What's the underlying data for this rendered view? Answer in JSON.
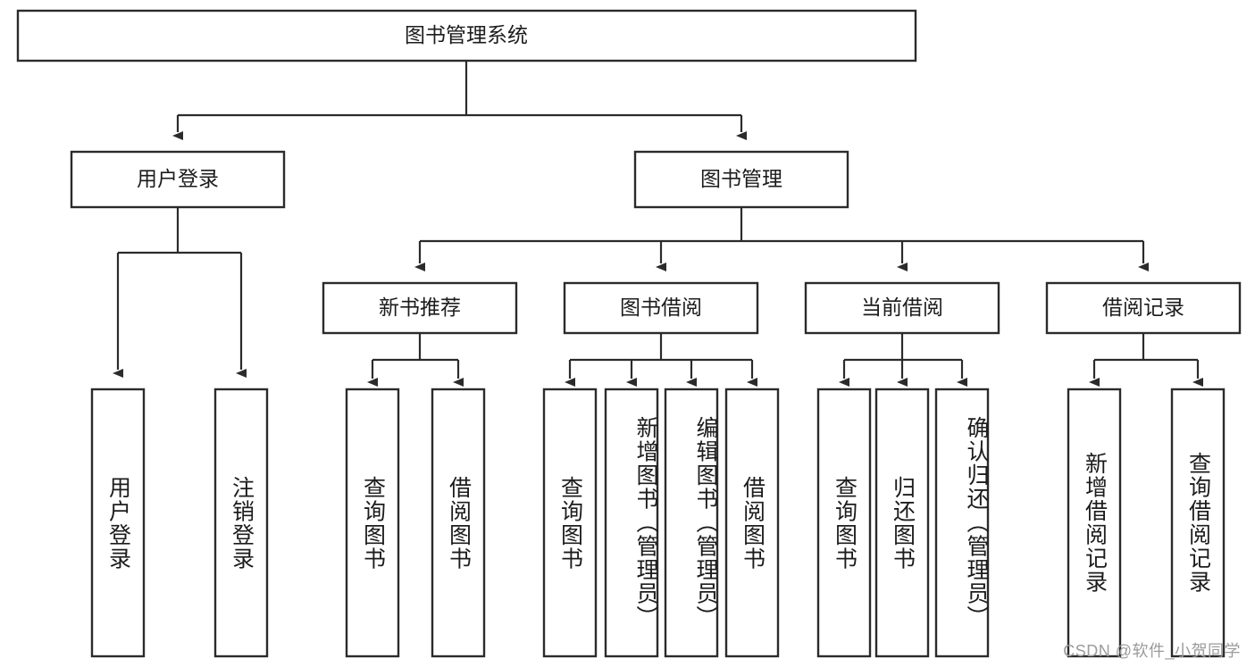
{
  "diagram": {
    "type": "hierarchy-tree",
    "title": "图书管理系统",
    "orientation": "top-down",
    "arrowheads": true,
    "box_fill": "#ffffff",
    "box_stroke": "#2b2b2b",
    "text_color": "#1c1c1c",
    "levels": 4,
    "root": {
      "id": "root",
      "label": "图书管理系统",
      "orientation": "horizontal"
    },
    "level2": [
      {
        "id": "user-login",
        "label": "用户登录",
        "orientation": "horizontal"
      },
      {
        "id": "book-manage",
        "label": "图书管理",
        "orientation": "horizontal"
      }
    ],
    "level3": [
      {
        "id": "new-book-recommend",
        "label": "新书推荐",
        "parent": "book-manage",
        "orientation": "horizontal"
      },
      {
        "id": "book-borrow",
        "label": "图书借阅",
        "parent": "book-manage",
        "orientation": "horizontal"
      },
      {
        "id": "current-borrow",
        "label": "当前借阅",
        "parent": "book-manage",
        "orientation": "horizontal"
      },
      {
        "id": "borrow-record",
        "label": "借阅记录",
        "parent": "book-manage",
        "orientation": "horizontal"
      }
    ],
    "leaves": [
      {
        "id": "leaf-user-login",
        "label": "用户登录",
        "parent": "user-login",
        "orientation": "vertical"
      },
      {
        "id": "leaf-logout-login",
        "label": "注销登录",
        "parent": "user-login",
        "orientation": "vertical"
      },
      {
        "id": "leaf-query-book-rec",
        "label": "查询图书",
        "parent": "new-book-recommend",
        "orientation": "vertical"
      },
      {
        "id": "leaf-borrow-book-rec",
        "label": "借阅图书",
        "parent": "new-book-recommend",
        "orientation": "vertical"
      },
      {
        "id": "leaf-query-book-borrow",
        "label": "查询图书",
        "parent": "book-borrow",
        "orientation": "vertical"
      },
      {
        "id": "leaf-add-book-admin",
        "label": "新增图书（管理员）",
        "parent": "book-borrow",
        "orientation": "vertical"
      },
      {
        "id": "leaf-edit-book-admin",
        "label": "编辑图书（管理员）",
        "parent": "book-borrow",
        "orientation": "vertical"
      },
      {
        "id": "leaf-borrow-book",
        "label": "借阅图书",
        "parent": "book-borrow",
        "orientation": "vertical"
      },
      {
        "id": "leaf-query-book-current",
        "label": "查询图书",
        "parent": "current-borrow",
        "orientation": "vertical"
      },
      {
        "id": "leaf-return-book",
        "label": "归还图书",
        "parent": "current-borrow",
        "orientation": "vertical"
      },
      {
        "id": "leaf-confirm-return-admin",
        "label": "确认归还（管理员）",
        "parent": "current-borrow",
        "orientation": "vertical"
      },
      {
        "id": "leaf-add-borrow-record",
        "label": "新增借阅记录",
        "parent": "borrow-record",
        "orientation": "vertical"
      },
      {
        "id": "leaf-query-borrow-record",
        "label": "查询借阅记录",
        "parent": "borrow-record",
        "orientation": "vertical"
      }
    ]
  },
  "watermark": {
    "text": "CSDN @软件_小贺同学"
  }
}
